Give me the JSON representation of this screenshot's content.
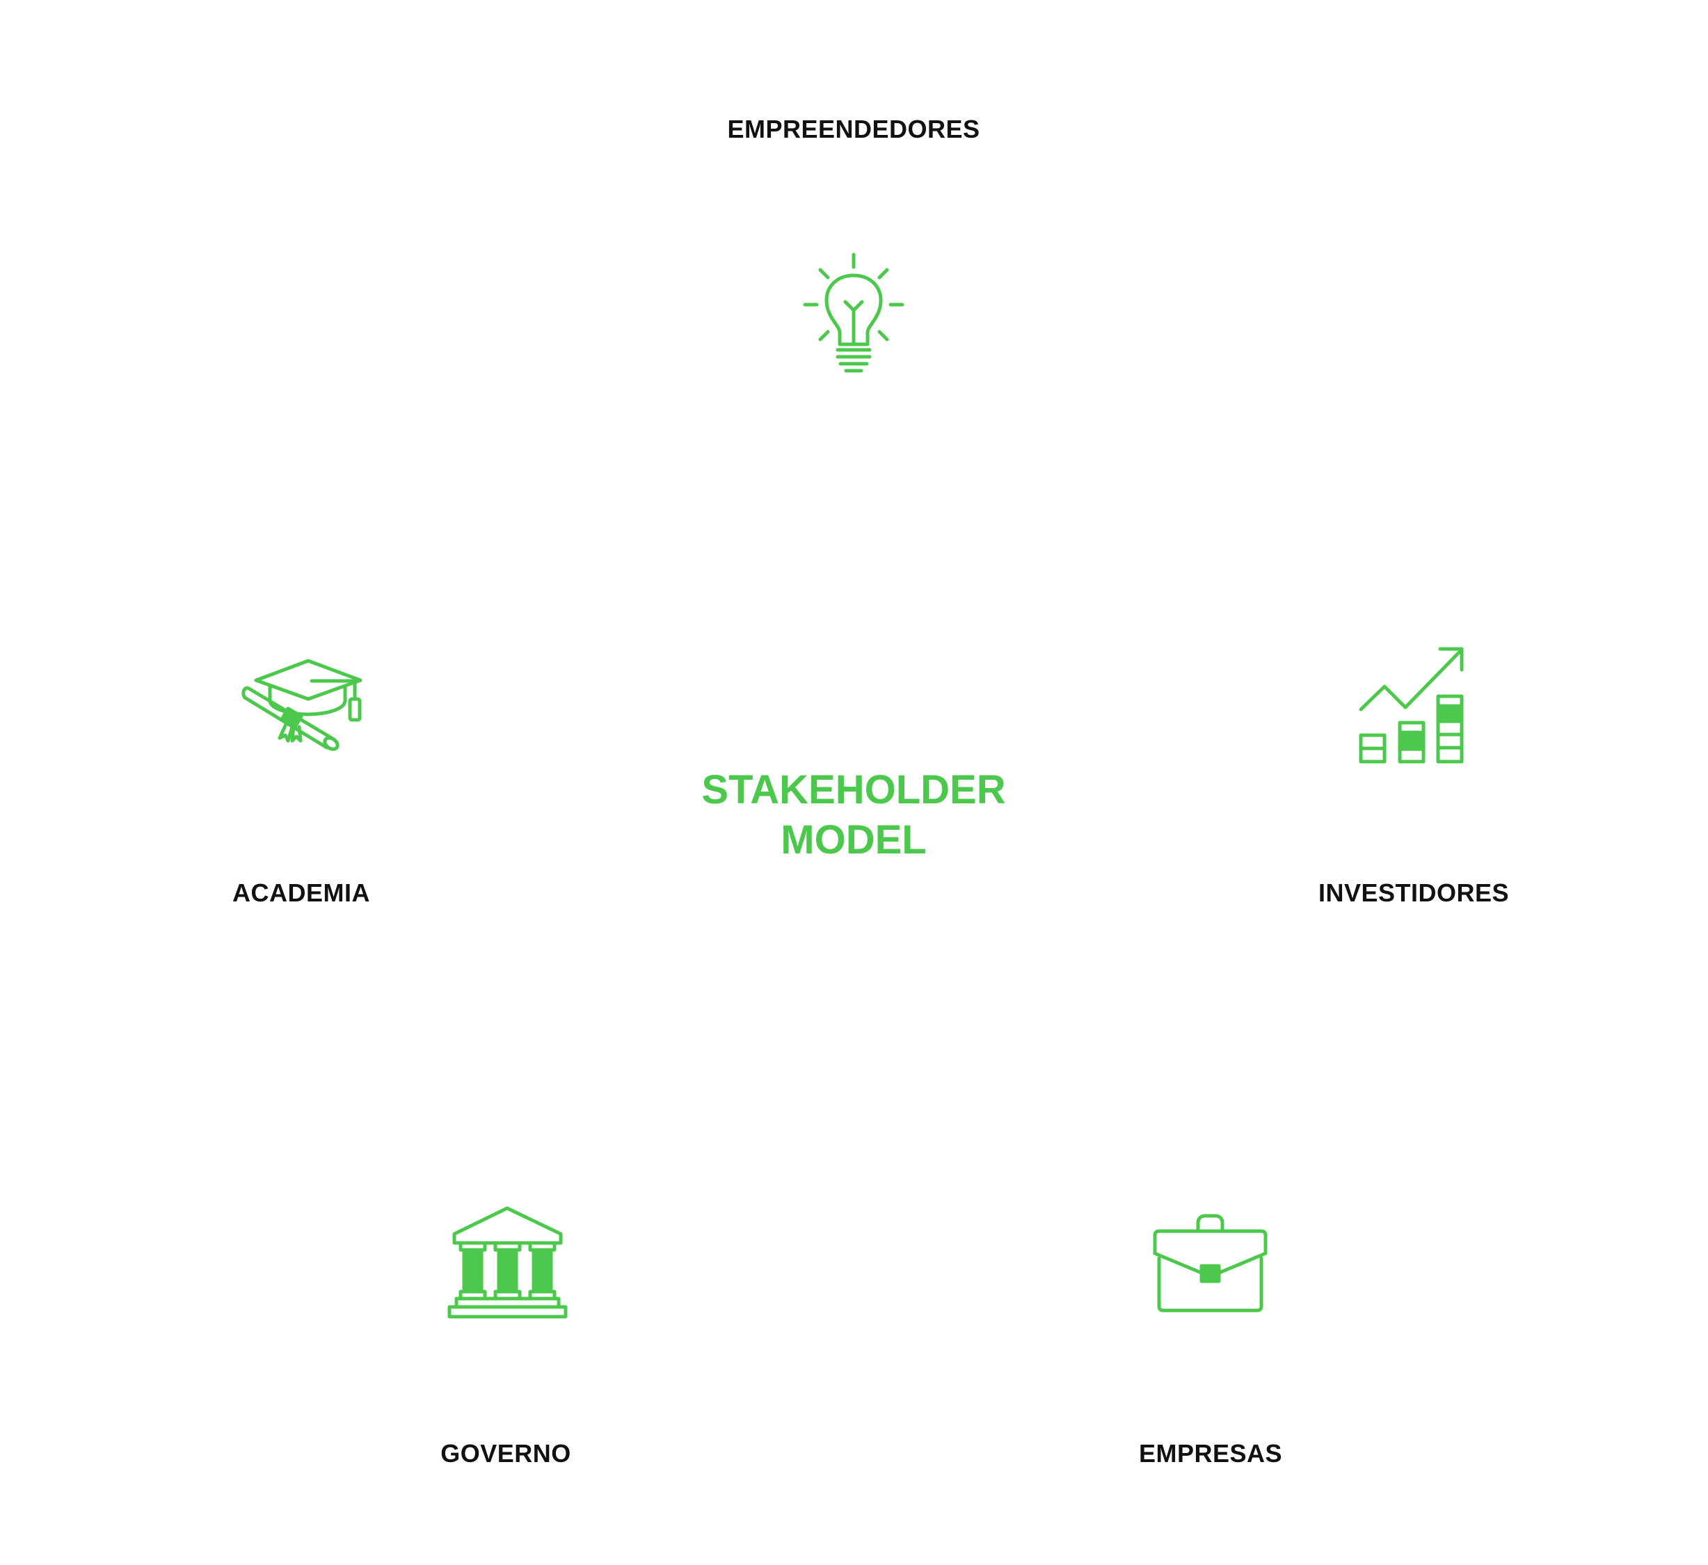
{
  "center": {
    "line1": "STAKEHOLDER",
    "line2": "MODEL"
  },
  "nodes": {
    "empreendedores": {
      "label": "EMPREENDEDORES",
      "icon": "lightbulb-icon"
    },
    "investidores": {
      "label": "INVESTIDORES",
      "icon": "growth-chart-icon"
    },
    "empresas": {
      "label": "EMPRESAS",
      "icon": "briefcase-icon"
    },
    "governo": {
      "label": "GOVERNO",
      "icon": "government-building-icon"
    },
    "academia": {
      "label": "ACADEMIA",
      "icon": "graduation-cap-icon"
    }
  },
  "colors": {
    "accent": "#4cc94c",
    "label_text": "#111111",
    "background": "#ffffff"
  }
}
